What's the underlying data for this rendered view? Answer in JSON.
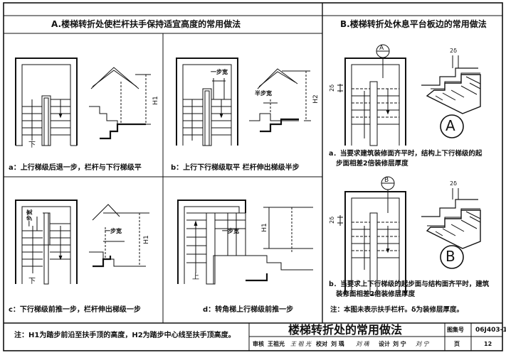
{
  "section_a": {
    "title": "A.楼梯转折处使栏杆扶手保持适宜高度的常用做法",
    "panels": [
      {
        "caption": "a：上行梯级后退一步，栏杆与下行梯级平",
        "down": "下",
        "dim": "H1"
      },
      {
        "caption": "b：上行下行梯级取平   栏杆伸出梯级半步",
        "step": "一步宽",
        "half_step": "半步宽",
        "dim": "H2"
      },
      {
        "caption": "c：下行梯级前推一步，栏杆伸出梯级一步",
        "step": "一步宽",
        "step2": "一步宽",
        "down": "下",
        "dim": "H1"
      },
      {
        "caption": "d：转角梯上行梯级前推一步",
        "step": "一步宽",
        "up": "上",
        "dim": "H1"
      }
    ]
  },
  "section_b": {
    "title": "B.楼梯转折处休息平台板边的常用做法",
    "marker_a": "A",
    "marker_b": "B",
    "delta": "2δ",
    "note_a_line1": "a．当要求建筑装修面齐平时，结构上下行梯级的起",
    "note_a_line2": "步面相差2倍装修层厚度",
    "note_b_line1": "b．当要求上下行梯级的起步面与结构面齐平时，建筑",
    "note_b_line2": "装修面相差2倍装修层厚度",
    "note_c": "注：本图未表示扶手栏杆。δ为装修层厚度。"
  },
  "footer": {
    "note": "注：H1为踏步前沿至扶手顶的高度，H2为踏步中心线至扶手顶高度。",
    "title": "楼梯转折处的常用做法",
    "atlas_label": "图集号",
    "atlas_no": "06J403-1",
    "review_label": "审核",
    "reviewer": "王祖光",
    "review_sign": "王 祖 光",
    "check_label": "校对",
    "checker": "刘 瑀",
    "check_sign": "刘 瑀",
    "design_label": "设计",
    "designer": "刘 宁",
    "design_sign": "刘 宁",
    "page_label": "页",
    "page_no": "12"
  }
}
